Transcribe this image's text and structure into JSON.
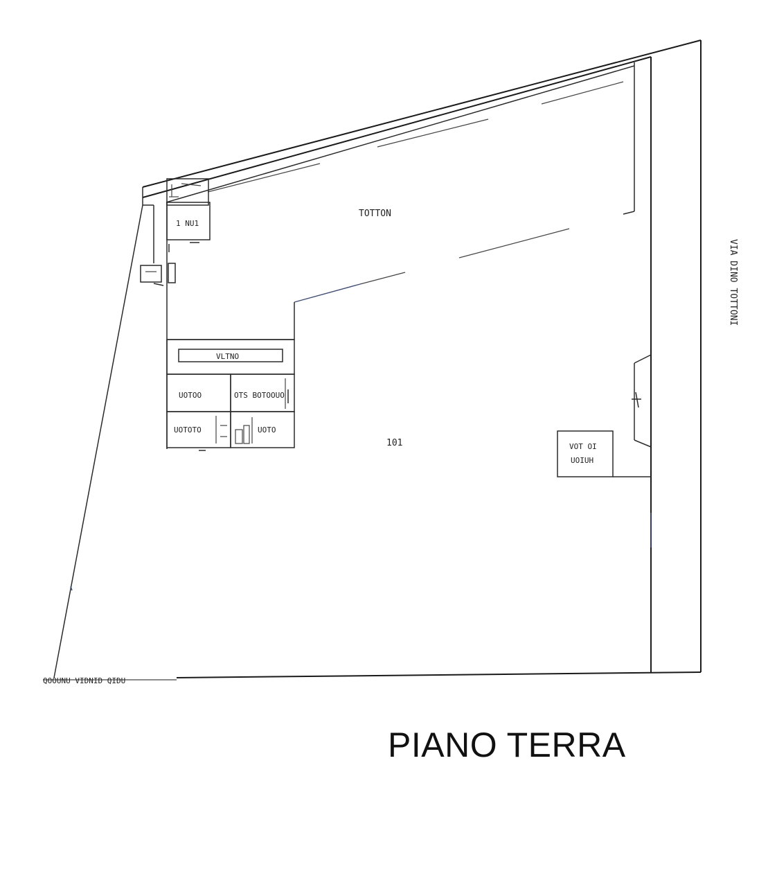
{
  "floor_title": "PIANO TERRA",
  "labels": {
    "upper_area": "TOTTON",
    "main_area": "101",
    "small_room_top": "1 NU1",
    "street_name": "VIA DINO TOTTONI",
    "corridor": "VLTNO",
    "room_a": "UOTOO",
    "room_b": "OTS BOTOOUO",
    "room_c": "UOTOTO",
    "room_d": "UOTO",
    "box_right_line1": "VOT OI",
    "box_right_line2": "UOIUH",
    "bottom_left_note": "QOOUNU VIDNID QIDU"
  }
}
